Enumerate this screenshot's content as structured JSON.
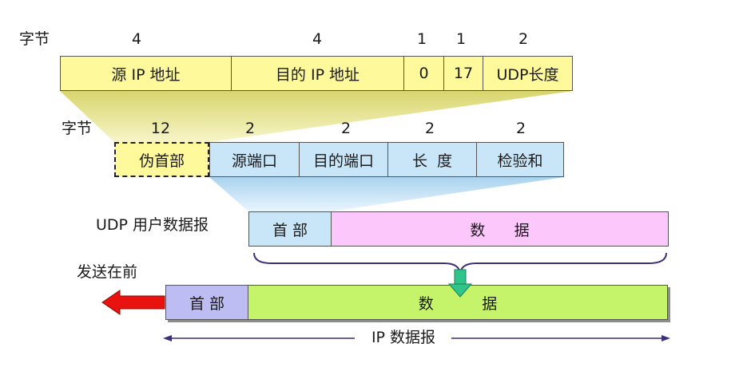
{
  "ip_pseudo_header": {
    "bytes_label": "字节",
    "byte_counts": [
      "4",
      "4",
      "1",
      "1",
      "2"
    ],
    "fields": [
      "源 IP 地址",
      "目的 IP 地址",
      "0",
      "17",
      "UDP长度"
    ]
  },
  "udp_header": {
    "bytes_label": "字节",
    "byte_counts": [
      "12",
      "2",
      "2",
      "2",
      "2"
    ],
    "fields": [
      "伪首部",
      "源端口",
      "目的端口",
      "长  度",
      "检验和"
    ]
  },
  "udp_datagram": {
    "label": "UDP 用户数据报",
    "header": "首 部",
    "data": "数      据"
  },
  "ip_datagram": {
    "send_first_label": "发送在前",
    "header": "首 部",
    "data": "数          据",
    "label": "IP 数据报"
  },
  "colors": {
    "pseudo_header": "#fefa9c",
    "udp_header": "#c9e6f8",
    "udp_data": "#fcc8fb",
    "ip_header": "#bdbdf3",
    "ip_data": "#c5f36a",
    "arrow_send": "#e8120f",
    "arrow_down": "#2ec48a"
  }
}
